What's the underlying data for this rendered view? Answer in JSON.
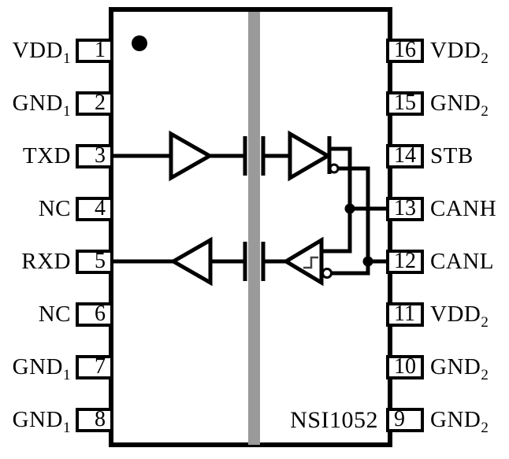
{
  "diagram": {
    "part_number": "NSI1052",
    "line_color": "#000000",
    "isolation_barrier_color": "#9a9a9a"
  },
  "pins": {
    "left": [
      {
        "number": "1",
        "name": "VDD",
        "sub": "1"
      },
      {
        "number": "2",
        "name": "GND",
        "sub": "1"
      },
      {
        "number": "3",
        "name": "TXD",
        "sub": ""
      },
      {
        "number": "4",
        "name": "NC",
        "sub": ""
      },
      {
        "number": "5",
        "name": "RXD",
        "sub": ""
      },
      {
        "number": "6",
        "name": "NC",
        "sub": ""
      },
      {
        "number": "7",
        "name": "GND",
        "sub": "1"
      },
      {
        "number": "8",
        "name": "GND",
        "sub": "1"
      }
    ],
    "right": [
      {
        "number": "16",
        "name": "VDD",
        "sub": "2"
      },
      {
        "number": "15",
        "name": "GND",
        "sub": "2"
      },
      {
        "number": "14",
        "name": "STB",
        "sub": ""
      },
      {
        "number": "13",
        "name": "CANH",
        "sub": ""
      },
      {
        "number": "12",
        "name": "CANL",
        "sub": ""
      },
      {
        "number": "11",
        "name": "VDD",
        "sub": "2"
      },
      {
        "number": "10",
        "name": "GND",
        "sub": "2"
      },
      {
        "number": "9",
        "name": "GND",
        "sub": "2"
      }
    ]
  }
}
